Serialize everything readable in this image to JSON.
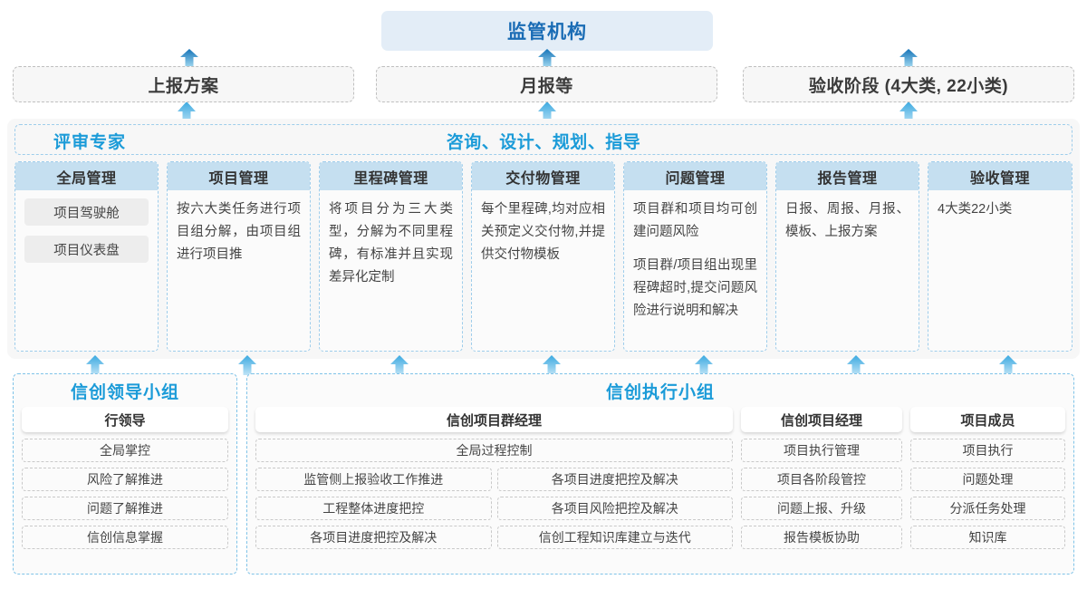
{
  "top": {
    "regulator": "监管机构",
    "flows": [
      {
        "label": "上报方案"
      },
      {
        "label": "月报等"
      },
      {
        "label": "验收阶段 (4大类, 22小类)"
      }
    ]
  },
  "middle": {
    "left_header": "评审专家",
    "center_header": "咨询、设计、规划、指导",
    "columns": [
      {
        "title": "全局管理",
        "type": "pills",
        "pills": [
          "项目驾驶舱",
          "项目仪表盘"
        ],
        "paragraphs": []
      },
      {
        "title": "项目管理",
        "type": "text",
        "pills": [],
        "paragraphs": [
          "按六大类任务进行项目组分解，由项目组进行项目推"
        ]
      },
      {
        "title": "里程碑管理",
        "type": "text",
        "pills": [],
        "paragraphs": [
          "将项目分为三大类型，分解为不同里程碑，有标准并且实现差异化定制"
        ]
      },
      {
        "title": "交付物管理",
        "type": "text",
        "pills": [],
        "paragraphs": [
          "每个里程碑,均对应相关预定义交付物,并提供交付物模板"
        ]
      },
      {
        "title": "问题管理",
        "type": "text",
        "pills": [],
        "paragraphs": [
          "项目群和项目均可创建问题风险",
          "项目群/项目组出现里程碑超时,提交问题风险进行说明和解决"
        ]
      },
      {
        "title": "报告管理",
        "type": "text",
        "pills": [],
        "paragraphs": [
          "日报、周报、月报、模板、上报方案"
        ]
      },
      {
        "title": "验收管理",
        "type": "text",
        "pills": [],
        "paragraphs": [
          "4大类22小类"
        ]
      }
    ]
  },
  "bottom": {
    "left_group": {
      "title": "信创领导小组",
      "role": "行领导",
      "tasks": [
        "全局掌控",
        "风险了解推进",
        "问题了解推进",
        "信创信息掌握"
      ]
    },
    "right_group": {
      "title": "信创执行小组",
      "roles": [
        {
          "name": "信创项目群经理",
          "full_width_task": "全局过程控制",
          "task_rows": [
            [
              "监管侧上报验收工作推进",
              "各项目进度把控及解决"
            ],
            [
              "工程整体进度把控",
              "各项目风险把控及解决"
            ],
            [
              "各项目进度把控及解决",
              "信创工程知识库建立与迭代"
            ]
          ]
        },
        {
          "name": "信创项目经理",
          "tasks": [
            "项目执行管理",
            "项目各阶段管控",
            "问题上报、升级",
            "报告模板协助"
          ]
        },
        {
          "name": "项目成员",
          "tasks": [
            "项目执行",
            "问题处理",
            "分派任务处理",
            "知识库"
          ]
        }
      ]
    }
  },
  "colors": {
    "accent_blue": "#1b9bd8",
    "title_blue": "#1a6cb5",
    "header_fill": "#c5dff0",
    "title_fill": "#e3edf7",
    "arrow_light": "#55b9e8",
    "arrow_dark": "#1b7fc4"
  }
}
